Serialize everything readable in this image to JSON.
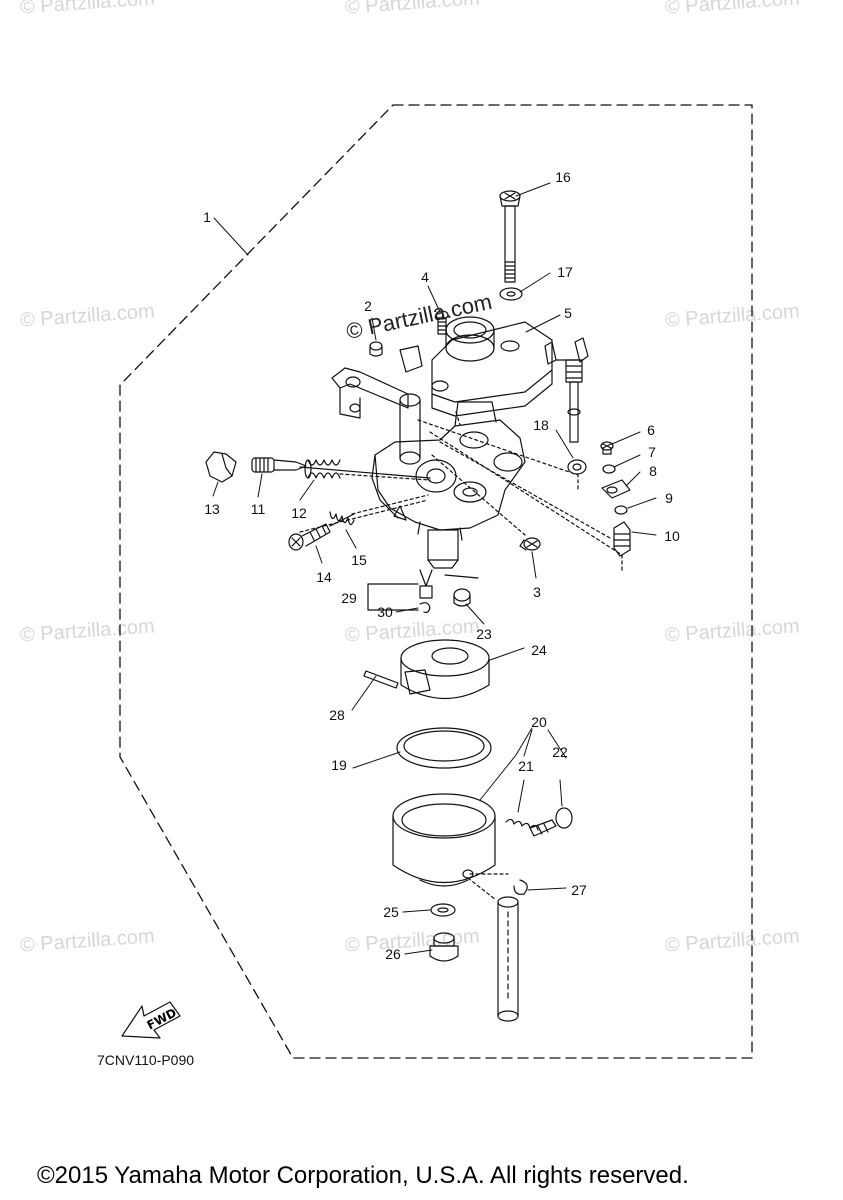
{
  "watermark": "© Partzilla.com",
  "center_watermark": "© Partzilla.com",
  "fwd_label": "FWD",
  "diagram_code": "7CNV110-P090",
  "copyright": "©2015 Yamaha Motor Corporation, U.S.A. All rights reserved.",
  "callouts": [
    "1",
    "2",
    "3",
    "4",
    "5",
    "6",
    "7",
    "8",
    "9",
    "10",
    "11",
    "12",
    "13",
    "14",
    "15",
    "16",
    "17",
    "18",
    "19",
    "20",
    "21",
    "22",
    "23",
    "24",
    "25",
    "26",
    "27",
    "28",
    "29",
    "30"
  ]
}
